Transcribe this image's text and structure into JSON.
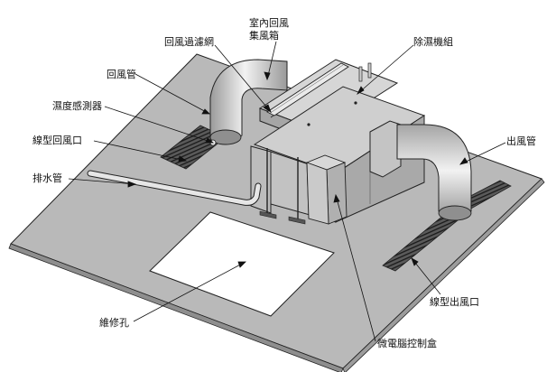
{
  "labels": {
    "return_plenum_line1": "室內回風",
    "return_plenum_line2": "集風箱",
    "return_filter": "回風過濾網",
    "dehumidifier_unit": "除濕機組",
    "return_duct": "回風管",
    "humidity_sensor": "濕度感測器",
    "linear_return_grille": "線型回風口",
    "drain_pipe": "排水管",
    "supply_duct": "出風管",
    "linear_supply_grille": "線型出風口",
    "access_hole": "維修孔",
    "control_box": "微電腦控制盒"
  },
  "colors": {
    "ceiling_fill": "#b9b9b9",
    "unit_top": "#cfcfcf",
    "unit_front": "#c2c2c2",
    "unit_side": "#a9a9a9",
    "outline": "#222222",
    "background": "#ffffff"
  }
}
